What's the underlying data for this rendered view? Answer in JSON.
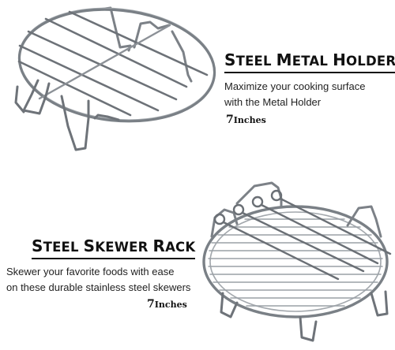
{
  "holder": {
    "title_first": "S",
    "title_rest": "TEEL ",
    "title_second_cap": "M",
    "title_second_rest": "ETAL ",
    "title_third_cap": "H",
    "title_third_rest": "OLDER",
    "desc_line1": "Maximize your cooking surface",
    "desc_line2": "with the Metal Holder",
    "size_number": "7",
    "size_unit": "Inches"
  },
  "skewer": {
    "title_first": "S",
    "title_rest": "TEEL ",
    "title_second_cap": "S",
    "title_second_rest": "KEWER ",
    "title_third_cap": "R",
    "title_third_rest": "ACK",
    "desc_line1": "Skewer your favorite foods with ease",
    "desc_line2": "on these durable stainless steel skewers",
    "size_number": "7",
    "size_unit": "Inches"
  },
  "colors": {
    "metal_dark": "#6e7378",
    "metal_mid": "#9aa0a6",
    "metal_light": "#d8dcdf",
    "text": "#111111"
  }
}
